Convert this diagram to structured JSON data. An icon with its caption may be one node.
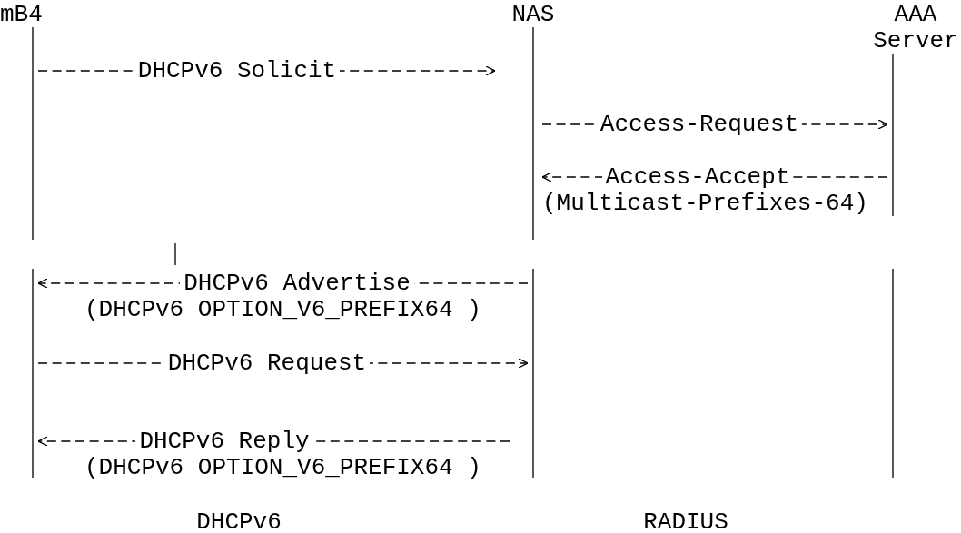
{
  "diagram": {
    "nodes": [
      {
        "text": [
          "mB4"
        ]
      },
      {
        "text": [
          "NAS"
        ]
      },
      {
        "text": [
          "AAA Server"
        ]
      }
    ],
    "edges": [
      {
        "from": 0,
        "to": 1,
        "arrow": "to",
        "label": "DHCPv6 Solicit"
      },
      {
        "from": 1,
        "to": 2,
        "arrow": "to",
        "label": "Access-Request"
      },
      {
        "from": 2,
        "to": 1,
        "arrow": "to",
        "label": "Access-Accept"
      },
      {
        "from": 1,
        "to": 0,
        "arrow": "to",
        "label": "DHCPv6 Advertise"
      },
      {
        "from": 0,
        "to": 1,
        "arrow": "to",
        "label": "DHCPv6 Request"
      },
      {
        "from": 1,
        "to": 0,
        "arrow": "to",
        "label": "DHCPv6 Reply"
      }
    ],
    "labels": [
      "(Multicast-Prefixes-64)",
      "(DHCPv6 OPTION_V6_PREFIX64 )",
      "(DHCPv6 OPTION_V6_PREFIX64 )",
      "DHCPv6",
      "RADIUS"
    ]
  }
}
